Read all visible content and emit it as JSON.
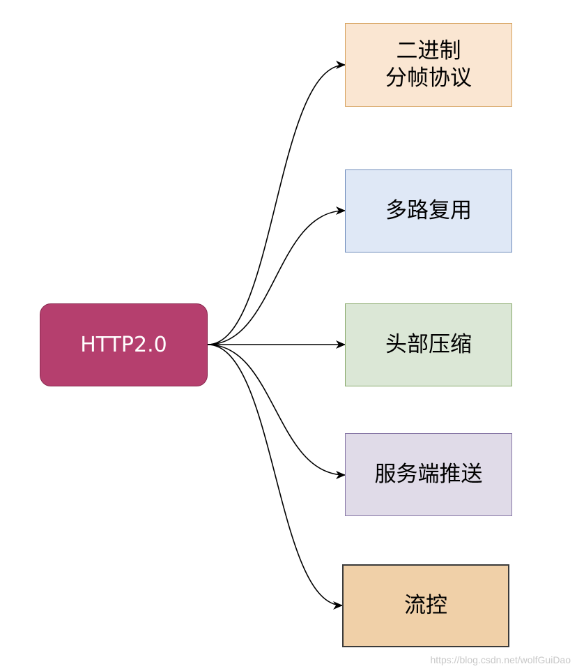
{
  "root": {
    "label": "HTTP2.0",
    "fill": "#b53f6e",
    "stroke": "#8a2a50",
    "text_color": "#ffffff"
  },
  "features": [
    {
      "label": "二进制\n分帧协议",
      "fill": "#fae6d2",
      "stroke": "#d6a25e"
    },
    {
      "label": "多路复用",
      "fill": "#dfe8f6",
      "stroke": "#6e8bbb"
    },
    {
      "label": "头部压缩",
      "fill": "#dbe7d6",
      "stroke": "#8aaa6d"
    },
    {
      "label": "服务端推送",
      "fill": "#e0dbe8",
      "stroke": "#8878a6"
    },
    {
      "label": "流控",
      "fill": "#f0d0a8",
      "stroke": "#3a3a3a"
    }
  ],
  "edge_color": "#000000",
  "watermark": "https://blog.csdn.net/wolfGuiDao"
}
